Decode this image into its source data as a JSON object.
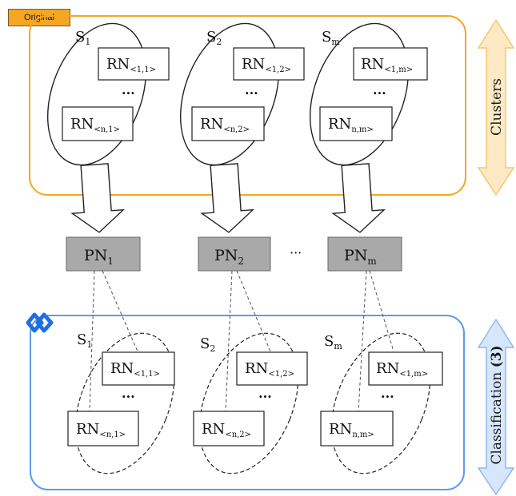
{
  "badge": {
    "label": "Original"
  },
  "colors": {
    "top_frame": "#f5a623",
    "bottom_frame": "#5b9bf0",
    "clusters_arrow_fill": "#fde9c4",
    "clusters_arrow_stroke": "#f5c86a",
    "classification_arrow_fill": "#d7e7fb",
    "classification_arrow_stroke": "#8fb9ee",
    "pn_fill": "#a9a9a9",
    "logo": "#1f6fe0"
  },
  "top_section": {
    "side_label": "Clusters",
    "clusters": [
      {
        "set": {
          "base": "S",
          "sub": "1"
        },
        "first": {
          "base": "RN",
          "sub": "<1,1>"
        },
        "last": {
          "base": "RN",
          "sub": "<n,1>"
        }
      },
      {
        "set": {
          "base": "S",
          "sub": "2"
        },
        "first": {
          "base": "RN",
          "sub": "<1,2>"
        },
        "last": {
          "base": "RN",
          "sub": "<n,2>"
        }
      },
      {
        "set": {
          "base": "S",
          "sub": "m"
        },
        "first": {
          "base": "RN",
          "sub": "<1,m>"
        },
        "last": {
          "base": "RN",
          "sub": "n,m>"
        }
      }
    ],
    "dots": "..."
  },
  "middle": {
    "parents": [
      {
        "base": "PN",
        "sub": "1"
      },
      {
        "base": "PN",
        "sub": "2"
      },
      {
        "base": "PN",
        "sub": "m"
      }
    ],
    "ellipsis": "···"
  },
  "bottom_section": {
    "side_label_main": "Classification ",
    "side_label_num": "(3)",
    "clusters": [
      {
        "set": {
          "base": "S",
          "sub": "1"
        },
        "first": {
          "base": "RN",
          "sub": "<1,1>"
        },
        "last": {
          "base": "RN",
          "sub": "<n,1>"
        }
      },
      {
        "set": {
          "base": "S",
          "sub": "2"
        },
        "first": {
          "base": "RN",
          "sub": "<1,2>"
        },
        "last": {
          "base": "RN",
          "sub": "<n,2>"
        }
      },
      {
        "set": {
          "base": "S",
          "sub": "m"
        },
        "first": {
          "base": "RN",
          "sub": "<1,m>"
        },
        "last": {
          "base": "RN",
          "sub": "n,m>"
        }
      }
    ],
    "dots": "..."
  }
}
